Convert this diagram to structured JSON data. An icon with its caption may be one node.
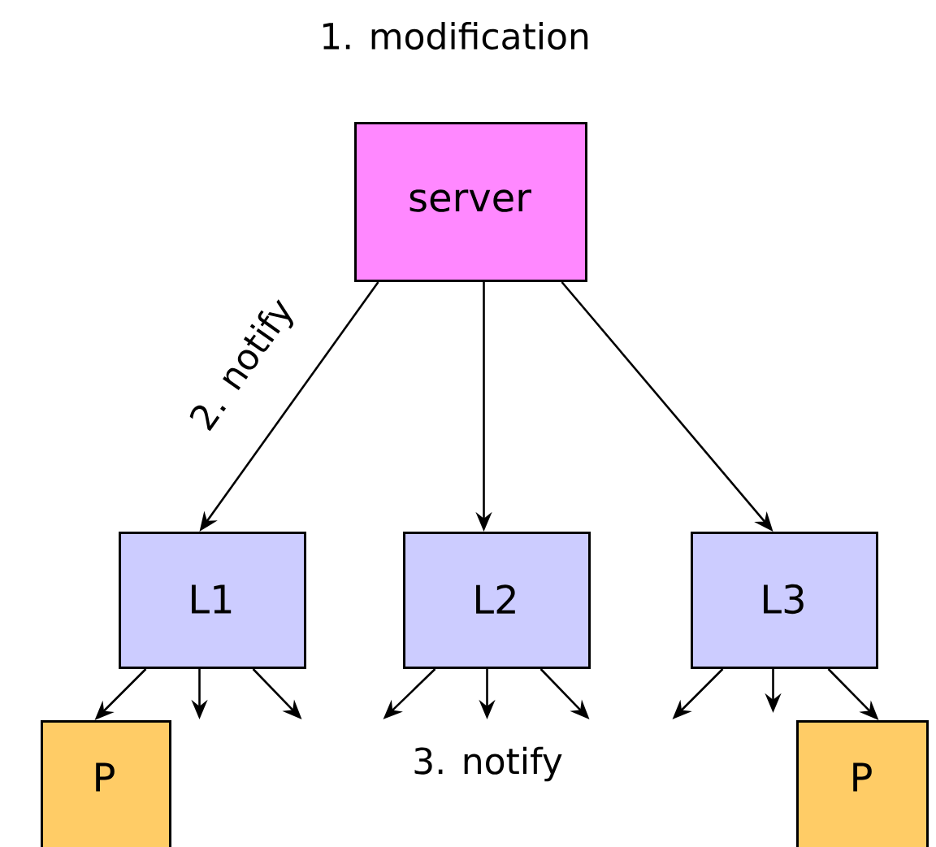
{
  "diagram": {
    "nodes": [
      {
        "text": [
          "server"
        ]
      },
      {
        "text": [
          "L1"
        ]
      },
      {
        "text": [
          "L2"
        ]
      },
      {
        "text": [
          "L3"
        ]
      },
      {
        "text": [
          "P"
        ]
      },
      {
        "text": [
          "P"
        ]
      }
    ],
    "edges": [
      {
        "from": 0,
        "to": 1,
        "arrow": "to",
        "label": "2. notify"
      },
      {
        "from": 0,
        "to": 2,
        "arrow": "to"
      },
      {
        "from": 0,
        "to": 3,
        "arrow": "to"
      },
      {
        "from": 1,
        "to": 4,
        "arrow": "to"
      },
      {
        "from": 1,
        "to": null,
        "arrow": "to"
      },
      {
        "from": 1,
        "to": null,
        "arrow": "to"
      },
      {
        "from": 2,
        "to": null,
        "arrow": "to"
      },
      {
        "from": 2,
        "to": null,
        "arrow": "to"
      },
      {
        "from": 2,
        "to": null,
        "arrow": "to"
      },
      {
        "from": 3,
        "to": null,
        "arrow": "to"
      },
      {
        "from": 3,
        "to": null,
        "arrow": "to"
      },
      {
        "from": 3,
        "to": 5,
        "arrow": "to"
      }
    ],
    "labels": [
      "1. modification",
      "3. notify"
    ]
  }
}
